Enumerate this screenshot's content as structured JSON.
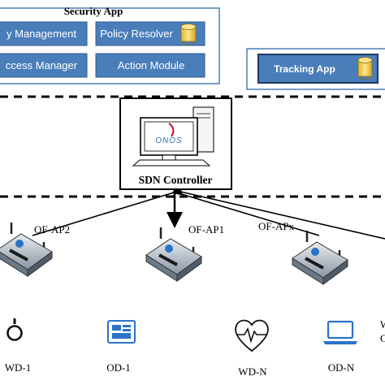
{
  "security_app": {
    "title": "Security App",
    "modules": [
      "y Management",
      "Policy Resolver",
      "ccess Manager",
      "Action Module"
    ]
  },
  "tracking_app": {
    "label": "Tracking App"
  },
  "controller": {
    "label": "SDN Controller",
    "logo_text": "ONOS"
  },
  "access_points": [
    {
      "label": "OF-AP2"
    },
    {
      "label": "OF-AP1"
    },
    {
      "label": "OF-APx"
    }
  ],
  "devices": [
    {
      "label": "WD-1",
      "icon": "smartwatch-icon"
    },
    {
      "label": "OD-1",
      "icon": "tablet-icon"
    },
    {
      "label": "WD-N",
      "icon": "heart-monitor-icon"
    },
    {
      "label": "OD-N",
      "icon": "laptop-icon"
    },
    {
      "label": "W",
      "icon": "device-icon"
    },
    {
      "label": "O",
      "icon": "device-icon"
    }
  ],
  "colors": {
    "module_blue": "#4a7ebb",
    "module_border": "#2e5a8c",
    "dark_blue": "#1f3864",
    "database_yellow": "#ffd966"
  }
}
